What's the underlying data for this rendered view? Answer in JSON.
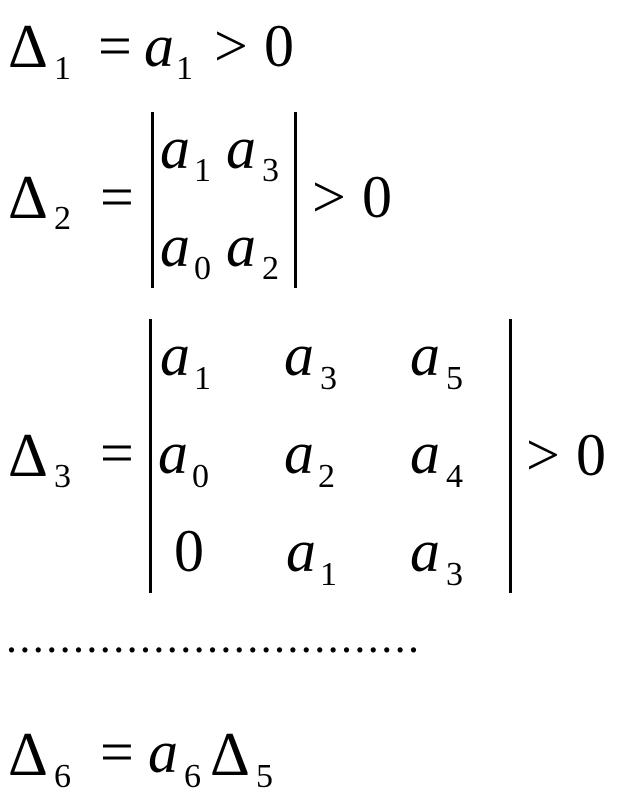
{
  "symbols": {
    "delta": "Δ",
    "equals": "=",
    "greater": ">",
    "zero": "0",
    "a": "a"
  },
  "subscripts": {
    "s0": "0",
    "s1": "1",
    "s2": "2",
    "s3": "3",
    "s4": "4",
    "s5": "5",
    "s6": "6"
  },
  "separator": "..............................."
}
